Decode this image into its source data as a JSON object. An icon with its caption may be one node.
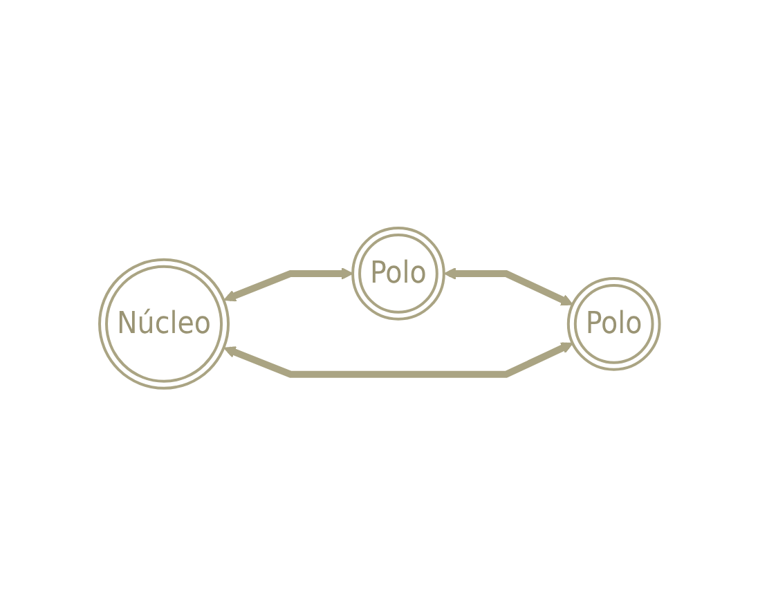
{
  "diagram": {
    "nodes": [
      {
        "text": [
          "Núcleo"
        ]
      },
      {
        "text": [
          "Polo"
        ]
      },
      {
        "text": [
          "Polo"
        ]
      }
    ],
    "edges": [
      {
        "from": 0,
        "to": 1,
        "arrow": "both"
      },
      {
        "from": 1,
        "to": 2,
        "arrow": "both"
      },
      {
        "from": 0,
        "to": 2,
        "arrow": "both"
      }
    ]
  }
}
